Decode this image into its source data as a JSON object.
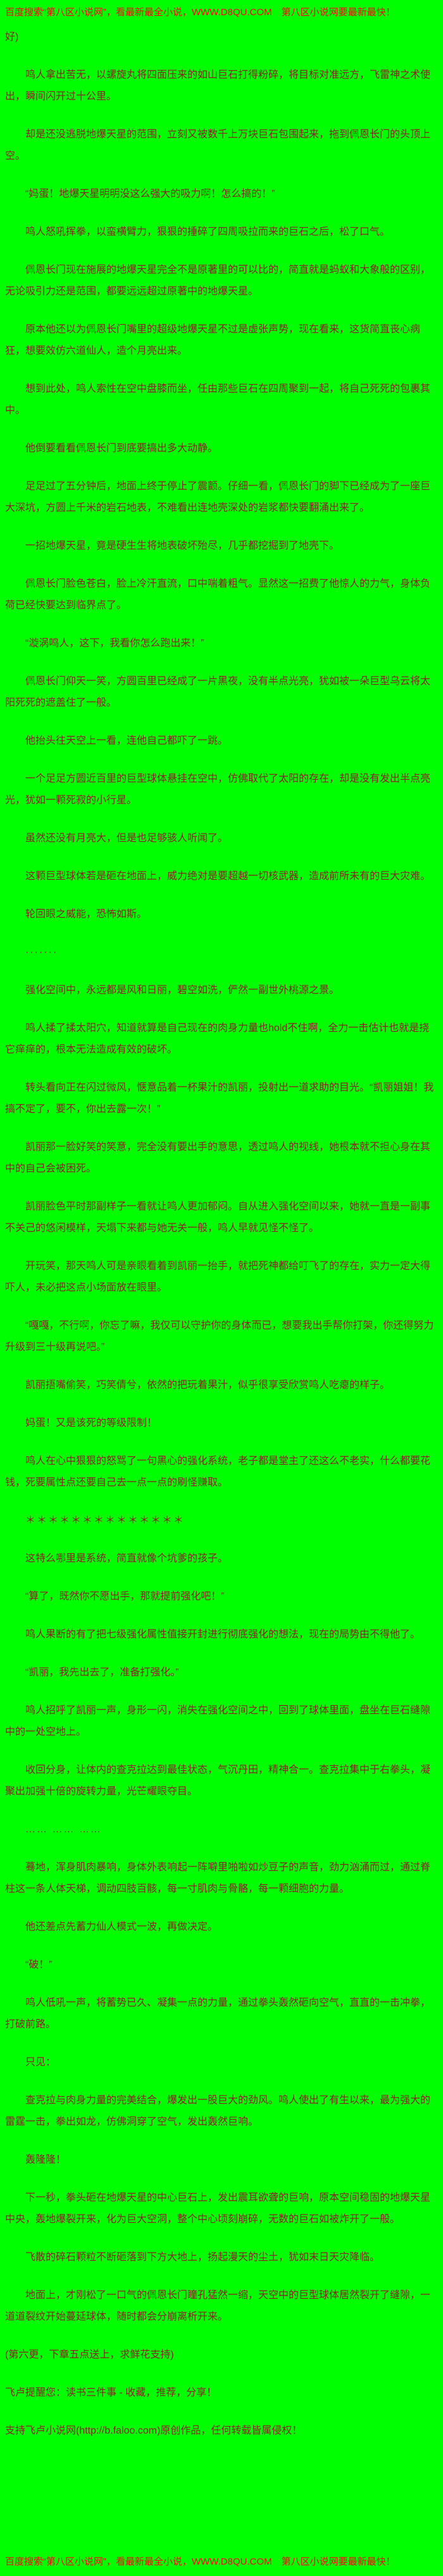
{
  "colors": {
    "background": "#00FF00",
    "body_text": "#8B2020",
    "promo_red": "#FF0000"
  },
  "header": {
    "promo": "百度搜索“第八区小说网”，看最新最全小说，WWW.D8QU.COM　第八区小说网要最新最快！"
  },
  "footer": {
    "promo": "百度搜索“第八区小说网”，看最新最全小说，WWW.D8QU.COM　第八区小说网要最新最快！"
  },
  "content": {
    "paragraphs": [
      {
        "kind": "tail",
        "text": "好)"
      },
      {
        "kind": "text",
        "text": "鸣人拿出苦无，以螺旋丸将四面压来的如山巨石打得粉碎，将目标对准远方，飞雷神之术使出，瞬间闪开过十公里。"
      },
      {
        "kind": "text",
        "text": "却是还没逃脱地爆天星的范围，立刻又被数千上万块巨石包围起来，拖到佩恩长门的头顶上空。"
      },
      {
        "kind": "text",
        "text": "“妈蛋！地爆天星明明没这么强大的吸力啊！怎么搞的！”"
      },
      {
        "kind": "text",
        "text": "鸣人怒吼挥拳，以蛮横臂力，狠狠的捶碎了四周吸拉而来的巨石之后，松了口气。"
      },
      {
        "kind": "text",
        "text": "佩恩长门现在施展的地爆天星完全不是原著里的可以比的，简直就是蚂蚁和大象般的区别，无论吸引力还是范围，都要远远超过原著中的地爆天星。"
      },
      {
        "kind": "text",
        "text": "原本他还以为佩恩长门嘴里的超级地爆天星不过是虚张声势，现在看来，这货简直丧心病狂，想要效仿六道仙人，造个月亮出来。"
      },
      {
        "kind": "text",
        "text": "想到此处，鸣人索性在空中盘膝而坐，任由那些巨石在四周聚到一起，将自己死死的包裹其中。"
      },
      {
        "kind": "text",
        "text": "他倒要看看佩恩长门到底要搞出多大动静。"
      },
      {
        "kind": "text",
        "text": "足足过了五分钟后，地面上终于停止了震颤。仔细一看，佩恩长门的脚下已经成为了一座巨大深坑，方圆上千米的岩石地表，不难看出连地壳深处的岩浆都快要翻涌出来了。"
      },
      {
        "kind": "text",
        "text": "一招地爆天星，竟是硬生生将地表破坏殆尽，几乎都挖掘到了地壳下。"
      },
      {
        "kind": "text",
        "text": "佩恩长门脸色苍白，脸上冷汗直流，口中喘着粗气。显然这一招费了他惊人的力气，身体负荷已经快要达到临界点了。"
      },
      {
        "kind": "text",
        "text": "“漩涡鸣人，这下，我看你怎么跑出来！”"
      },
      {
        "kind": "text",
        "text": "佩恩长门仰天一笑，方圆百里已经成了一片黑夜，没有半点光亮，犹如被一朵巨型乌云将太阳死死的遮盖住了一般。"
      },
      {
        "kind": "text",
        "text": "他抬头往天空上一看，连他自己都吓了一跳。"
      },
      {
        "kind": "text",
        "text": "一个足足方圆近百里的巨型球体悬挂在空中，仿佛取代了太阳的存在，却是没有发出半点亮光，犹如一颗死寂的小行星。"
      },
      {
        "kind": "text",
        "text": "虽然还没有月亮大，但是也足够骇人听闻了。"
      },
      {
        "kind": "text",
        "text": "这颗巨型球体若是砸在地面上，威力绝对是要超越一切核武器，造成前所未有的巨大灾难。"
      },
      {
        "kind": "text",
        "text": "轮回眼之威能，恐怖如斯。"
      },
      {
        "kind": "dots",
        "text": "·······"
      },
      {
        "kind": "text",
        "text": "强化空间中，永远都是风和日丽，碧空如洗，俨然一副世外桃源之景。"
      },
      {
        "kind": "text",
        "text": "鸣人揉了揉太阳穴，知道就算是自己现在的肉身力量也hold不住啊，全力一击估计也就是挠它痒痒的，根本无法造成有效的破坏。"
      },
      {
        "kind": "text",
        "text": "转头看向正在闪过微风，惬意品着一杯果汁的凯丽，投射出一道求助的目光。“凯丽姐姐！我搞不定了，要不，你出去露一次！”"
      },
      {
        "kind": "text",
        "text": "凯丽那一脸好笑的笑意，完全没有要出手的意思，透过鸣人的视线，她根本就不担心身在其中的自己会被困死。"
      },
      {
        "kind": "text",
        "text": "凯丽脸色平时那副样子一看就让鸣人更加郁闷。自从进入强化空间以来，她就一直是一副事不关己的悠闲模样，天塌下来都与她无关一般，鸣人早就见怪不怪了。"
      },
      {
        "kind": "text",
        "text": "开玩笑，那天鸣人可是亲眼看着到凯丽一抬手，就把死神都给叮飞了的存在，实力一定大得吓人，未必把这点小场面放在眼里。"
      },
      {
        "kind": "text",
        "text": "“嘎嘎，不行啊，你忘了嘛，我仅可以守护你的身体而已，想要我出手帮你打架，你还得努力升级到三十级再说吧。”"
      },
      {
        "kind": "text",
        "text": "凯丽捂嘴偷笑，巧笑倩兮，依然的把玩着果汁，似乎很享受欣赏鸣人吃瘪的样子。"
      },
      {
        "kind": "text",
        "text": "妈蛋！又是该死的等级限制！"
      },
      {
        "kind": "text",
        "text": "鸣人在心中狠狠的怒骂了一句黑心的强化系统，老子都是堂主了还这么不老实，什么都要花钱，死要属性点还要自己去一点一点的刷怪赚取。"
      },
      {
        "kind": "stars",
        "text": "＊＊＊＊＊＊＊＊＊＊＊＊＊＊"
      },
      {
        "kind": "text",
        "text": "这特么哪里是系统，简直就像个坑爹的孩子。"
      },
      {
        "kind": "text",
        "text": "“算了，既然你不愿出手，那就提前强化吧！”"
      },
      {
        "kind": "text",
        "text": "鸣人果断的有了把七级强化属性值接开封进行彻底强化的想法，现在的局势由不得他了。"
      },
      {
        "kind": "text",
        "text": "“凯丽，我先出去了，准备打强化。”"
      },
      {
        "kind": "text",
        "text": "鸣人招呼了凯丽一声，身形一闪，消失在强化空间之中，回到了球体里面，盘坐在巨石缝隙中的一处空地上。"
      },
      {
        "kind": "text",
        "text": "收回分身，让体内的查克拉达到最佳状态，气沉丹田，精神合一。查克拉集中于右拳头，凝聚出加强十倍的旋转力量，光芒耀眼夺目。"
      },
      {
        "kind": "dots",
        "text": "…… …… ……"
      },
      {
        "kind": "text",
        "text": "蓦地，浑身肌肉暴响，身体外表响起一阵噼里啪啦如炒豆子的声音，劲力汹涌而过，通过脊柱这一条人体天梯，调动四肢百骸，每一寸肌肉与骨骼，每一颗细胞的力量。"
      },
      {
        "kind": "text",
        "text": "他还差点先蓄力仙人模式一波，再做决定。"
      },
      {
        "kind": "text",
        "text": "“破！”"
      },
      {
        "kind": "text",
        "text": "鸣人低吼一声，将蓄势已久、凝集一点的力量，通过拳头轰然砸向空气，直直的一击冲拳，打破前路。"
      },
      {
        "kind": "text",
        "text": "只见："
      },
      {
        "kind": "text",
        "text": "查克拉与肉身力量的完美结合，爆发出一股巨大的劲风。鸣人使出了有生以来，最为强大的雷霆一击，拳出如龙，仿佛洞穿了空气，发出轰然巨响。"
      },
      {
        "kind": "text",
        "text": "轰隆隆！"
      },
      {
        "kind": "text",
        "text": "下一秒，拳头砸在地爆天星的中心巨石上，发出震耳欲聋的巨响，原本空间稳固的地爆天星中央，轰地爆裂开来，化为巨大空洞，整个中心顷刻崩碎，无数的巨石如被炸开了一般。"
      },
      {
        "kind": "text",
        "text": "飞散的碎石颗粒不断砸落到下方大地上，扬起漫天的尘土，犹如末日天灾降临。"
      },
      {
        "kind": "text",
        "text": "地面上，才刚松了一口气的佩恩长门瞳孔猛然一缩，天空中的巨型球体居然裂开了缝隙，一道道裂纹开始蔓延球体，随时都会分崩离析开来。"
      },
      {
        "kind": "note",
        "text": "(第六更，下章五点送上，求鲜花支持)"
      },
      {
        "kind": "hint",
        "text": "飞卢提醒您：读书三件事 - 收藏，推荐，分享！"
      },
      {
        "kind": "link",
        "text": "支持飞卢小说网(http://b.faloo.com)原创作品，任何转载皆属侵权！"
      }
    ]
  }
}
